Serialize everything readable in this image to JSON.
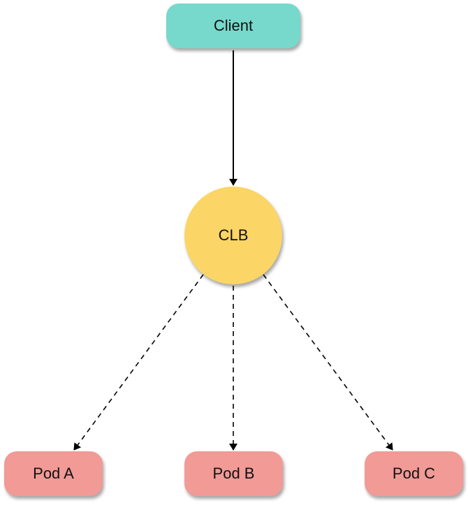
{
  "diagram": {
    "nodes": {
      "client": {
        "label": "Client",
        "shape": "rounded-rect",
        "color": "#76D9CC"
      },
      "clb": {
        "label": "CLB",
        "shape": "circle",
        "color": "#FBD566"
      },
      "pod_a": {
        "label": "Pod A",
        "shape": "rounded-rect",
        "color": "#F19A96"
      },
      "pod_b": {
        "label": "Pod B",
        "shape": "rounded-rect",
        "color": "#F19A96"
      },
      "pod_c": {
        "label": "Pod C",
        "shape": "rounded-rect",
        "color": "#F19A96"
      }
    },
    "edges": [
      {
        "from": "client",
        "to": "clb",
        "style": "solid"
      },
      {
        "from": "clb",
        "to": "pod_a",
        "style": "dashed"
      },
      {
        "from": "clb",
        "to": "pod_b",
        "style": "dashed"
      },
      {
        "from": "clb",
        "to": "pod_c",
        "style": "dashed"
      }
    ],
    "edge_color": "#000000"
  }
}
